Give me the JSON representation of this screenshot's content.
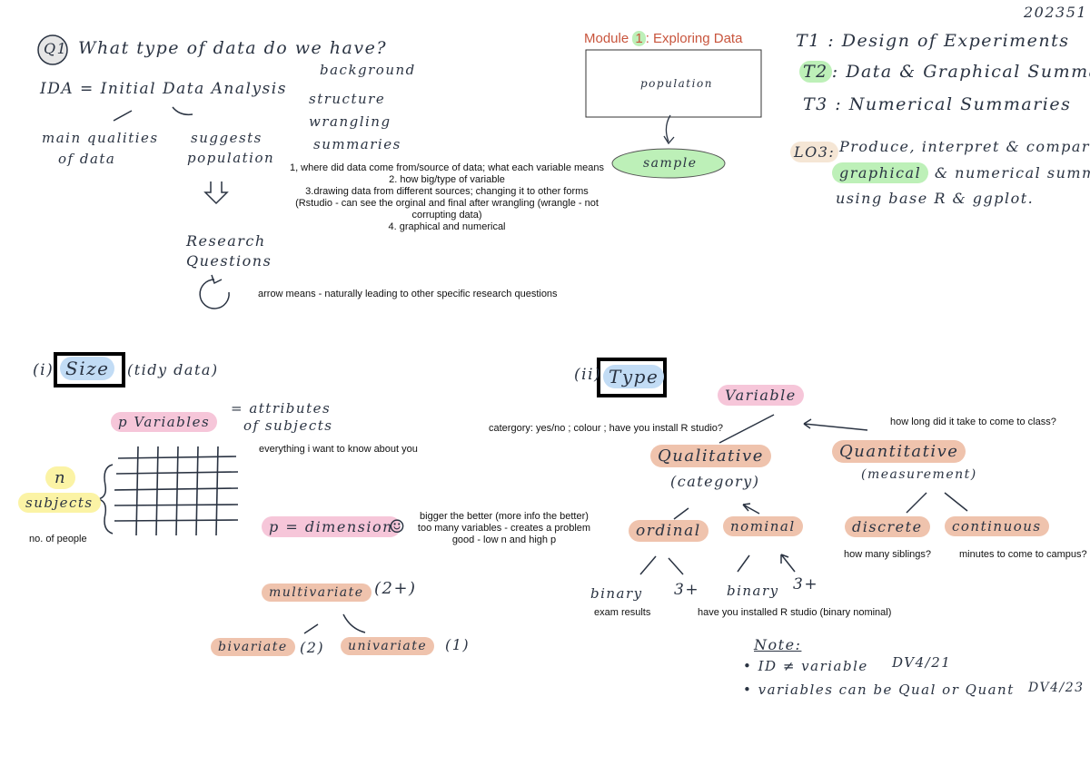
{
  "page_id": "202351",
  "q1": {
    "number": "Q1",
    "question": "What type of data do we have?",
    "ida": "IDA = Initial Data Analysis",
    "facets": [
      "background",
      "structure",
      "wrangling",
      "summaries"
    ],
    "branch_left": [
      "main qualities",
      "of data"
    ],
    "branch_right": [
      "suggests",
      "population"
    ],
    "research": [
      "Research",
      "Questions"
    ],
    "notes": [
      "1, where did data come from/source of data; what each variable means",
      "2. how big/type of variable",
      "3.drawing data from different sources; changing it to other forms",
      "(Rstudio - can see the orginal and final after wrangling (wrangle - not",
      "corrupting data)",
      "4. graphical and numerical"
    ],
    "arrow_note": "arrow means - naturally leading to other specific research questions"
  },
  "module": {
    "title_prefix": "Module ",
    "title_number": "1",
    "title_suffix": ": Exploring Data",
    "population": "population",
    "sample": "sample"
  },
  "topics": {
    "t1": "T1 : Design of Experiments",
    "t2_label": "T2",
    "t2_text": ": Data & Graphical Summaries",
    "t3": "T3 : Numerical Summaries",
    "lo3_label": "LO3:",
    "lo3_line1": "Produce, interpret & compare",
    "lo3_highlight": "graphical",
    "lo3_line2_rest": "& numerical summaries",
    "lo3_line3": "using base R & ggplot."
  },
  "size": {
    "heading_num": "(i)",
    "heading": "Size",
    "heading_note": "(tidy data)",
    "p_variables": "p Variables",
    "attributes": [
      "= attributes",
      "of subjects"
    ],
    "everything": "everything i want to know about you",
    "n": "n",
    "subjects": "subjects",
    "no_people": "no. of people",
    "p_dimension": "p = dimension",
    "smiley": "☺",
    "bigger_notes": [
      "bigger the better (more info the better)",
      "too many variables - creates a problem",
      "good - low n and high p"
    ],
    "multivariate": "multivariate",
    "multivariate_n": "(2+)",
    "bivariate": "bivariate",
    "bivariate_n": "(2)",
    "univariate": "univariate",
    "univariate_n": "(1)"
  },
  "type": {
    "heading_num": "(ii)",
    "heading": "Type",
    "variable": "Variable",
    "category_note": "catergory: yes/no ; colour ; have you install R studio?",
    "time_note": "how long did it take to come to class?",
    "qualitative": "Qualitative",
    "qualitative_sub": "(category)",
    "quantitative": "Quantitative",
    "quantitative_sub": "(measurement)",
    "ordinal": "ordinal",
    "nominal": "nominal",
    "discrete": "discrete",
    "continuous": "continuous",
    "siblings": "how many siblings?",
    "minutes": "minutes to come to campus?",
    "binary1": "binary",
    "three1": "3+",
    "binary2": "binary",
    "three2": "3+",
    "exam": "exam results",
    "installed": "have you installed R studio (binary nominal)"
  },
  "note": {
    "title": "Note:",
    "line1": "• ID ≠ variable",
    "ref1": "DV4/21",
    "line2": "• variables can be Qual or Quant",
    "ref2": "DV4/23"
  },
  "colors": {
    "pink": "#f6c6d9",
    "salmon": "#efc3ad",
    "blue": "#c2dcf5",
    "green": "#bdf0b8",
    "yellow": "#fbf3a5",
    "module_text": "#c8553d"
  }
}
